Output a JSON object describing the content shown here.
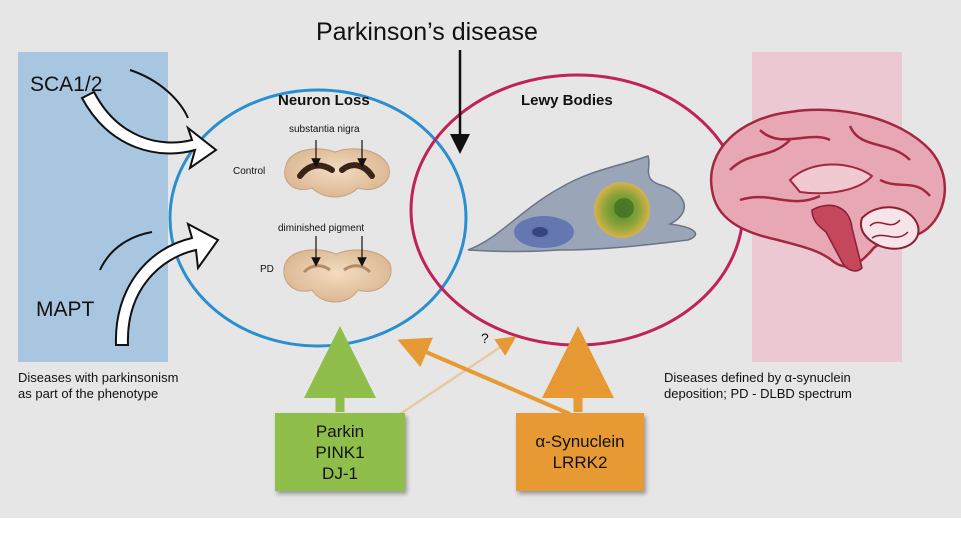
{
  "title": "Parkinson’s disease",
  "left_panel": {
    "label_top": "SCA1/2",
    "label_bottom": "MAPT",
    "caption_line1": "Diseases with parkinsonism",
    "caption_line2": "as part of the phenotype"
  },
  "neuron_loss": {
    "heading": "Neuron Loss",
    "substantia_nigra": "substantia nigra",
    "control": "Control",
    "diminished_pigment": "diminished pigment",
    "pd": "PD"
  },
  "lewy_bodies": {
    "heading": "Lewy Bodies"
  },
  "right_panel": {
    "caption_line1": "Diseases defined by α-synuclein",
    "caption_line2": "deposition; PD - DLBD spectrum"
  },
  "question_mark": "?",
  "genes_green": [
    "Parkin",
    "PINK1",
    "DJ-1"
  ],
  "genes_orange": [
    "α-Synuclein",
    "LRRK2"
  ],
  "colors": {
    "blue_circle": "#2a8fd0",
    "red_circle": "#c0225a",
    "green_box": "#8fbe4b",
    "orange_box": "#e79a33",
    "left_panel": "#a9c6e0",
    "right_panel": "#ecc9d2"
  }
}
